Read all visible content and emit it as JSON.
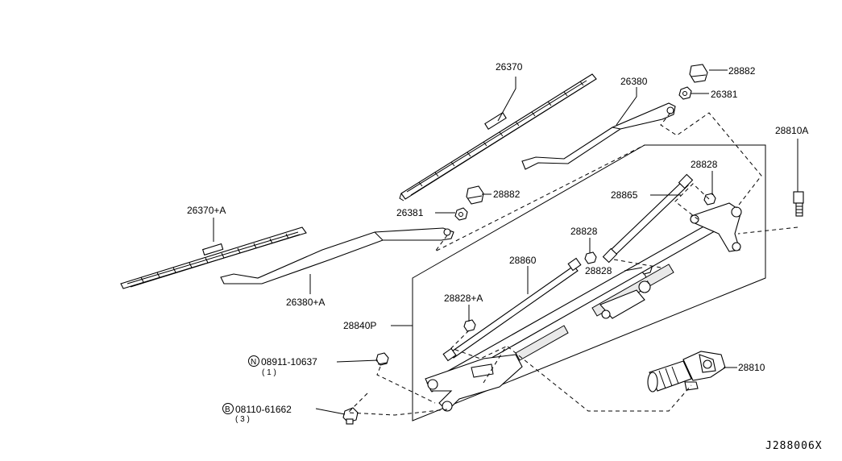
{
  "labels": {
    "p26370": "26370",
    "p26370A": "26370+A",
    "p26380": "26380",
    "p26380A": "26380+A",
    "p26381_top": "26381",
    "p26381_mid": "26381",
    "p28882_top": "28882",
    "p28882_mid": "28882",
    "p28810A": "28810A",
    "p28828_a": "28828",
    "p28828_b": "28828",
    "p28828_c": "28828",
    "p28865": "28865",
    "p28860": "28860",
    "p28828A": "28828+A",
    "p28840P": "28840P",
    "p28810": "28810",
    "nut_code": "08911-10637",
    "nut_qty": "( 1 )",
    "nut_symbol": "N",
    "bolt_code": "08110-61662",
    "bolt_qty": "( 3 )",
    "bolt_symbol": "B",
    "diagram_code": "J288006X"
  }
}
